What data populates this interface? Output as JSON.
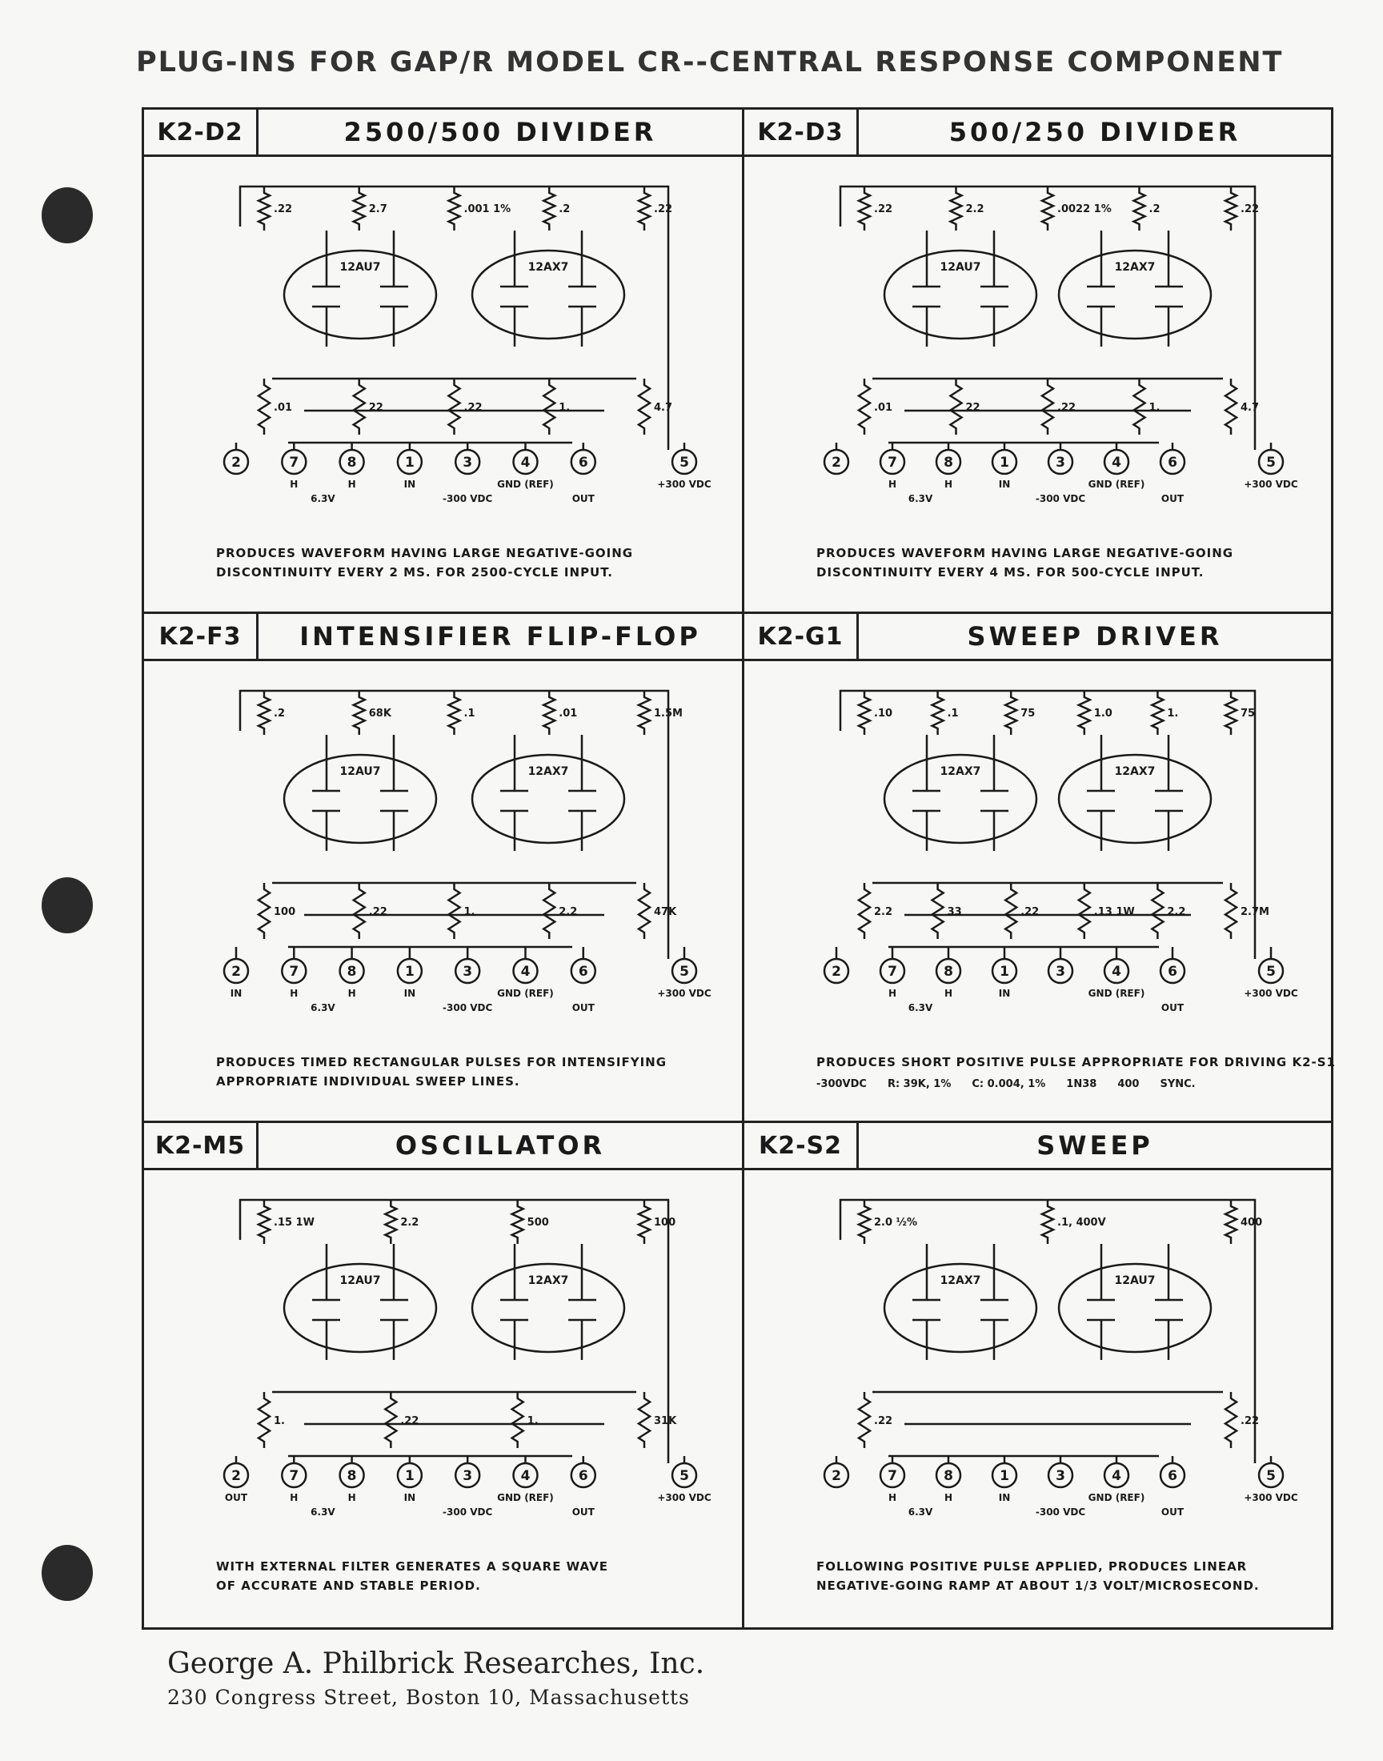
{
  "title": "PLUG-INS FOR GAP/R MODEL CR--CENTRAL RESPONSE COMPONENT",
  "panels": [
    {
      "code": "K2-D2",
      "title": "2500/500 DIVIDER",
      "tubes": [
        "12AU7",
        "12AX7"
      ],
      "components": [
        ".22",
        "2.7",
        ".001 1%",
        ".2",
        ".22",
        ".01",
        "22",
        ".22",
        "1.",
        "4.7"
      ],
      "pins": [
        {
          "num": "2",
          "label": ""
        },
        {
          "num": "7",
          "label": "H"
        },
        {
          "num": "8",
          "label": "H"
        },
        {
          "num": "1",
          "label": "IN"
        },
        {
          "num": "3",
          "label": "-300 VDC"
        },
        {
          "num": "4",
          "label": "GND (REF)"
        },
        {
          "num": "6",
          "label": "OUT"
        },
        {
          "num": "5",
          "label": "+300 VDC"
        }
      ],
      "heater": "6.3V",
      "notes": [],
      "caption": [
        "PRODUCES WAVEFORM HAVING LARGE NEGATIVE-GOING",
        "DISCONTINUITY EVERY 2 MS. FOR 2500-CYCLE INPUT."
      ]
    },
    {
      "code": "K2-D3",
      "title": "500/250 DIVIDER",
      "tubes": [
        "12AU7",
        "12AX7"
      ],
      "components": [
        ".22",
        "2.2",
        ".0022 1%",
        ".2",
        ".22",
        ".01",
        "22",
        ".22",
        "1.",
        "4.7"
      ],
      "pins": [
        {
          "num": "2",
          "label": ""
        },
        {
          "num": "7",
          "label": "H"
        },
        {
          "num": "8",
          "label": "H"
        },
        {
          "num": "1",
          "label": "IN"
        },
        {
          "num": "3",
          "label": "-300 VDC"
        },
        {
          "num": "4",
          "label": "GND (REF)"
        },
        {
          "num": "6",
          "label": "OUT"
        },
        {
          "num": "5",
          "label": "+300 VDC"
        }
      ],
      "heater": "6.3V",
      "notes": [],
      "caption": [
        "PRODUCES WAVEFORM HAVING LARGE NEGATIVE-GOING",
        "DISCONTINUITY EVERY 4 MS. FOR 500-CYCLE INPUT."
      ]
    },
    {
      "code": "K2-F3",
      "title": "INTENSIFIER FLIP-FLOP",
      "tubes": [
        "12AU7",
        "12AX7"
      ],
      "components": [
        ".2",
        "68K",
        ".1",
        ".01",
        "1.5M",
        "100",
        ".22",
        "1.",
        "2.2",
        "47K"
      ],
      "pins": [
        {
          "num": "2",
          "label": "IN"
        },
        {
          "num": "7",
          "label": "H"
        },
        {
          "num": "8",
          "label": "H"
        },
        {
          "num": "1",
          "label": "IN"
        },
        {
          "num": "3",
          "label": "-300 VDC"
        },
        {
          "num": "4",
          "label": "GND (REF)"
        },
        {
          "num": "6",
          "label": "OUT"
        },
        {
          "num": "5",
          "label": "+300 VDC"
        }
      ],
      "heater": "6.3V",
      "notes": [],
      "caption": [
        "PRODUCES TIMED RECTANGULAR PULSES FOR INTENSIFYING",
        "APPROPRIATE INDIVIDUAL SWEEP LINES."
      ]
    },
    {
      "code": "K2-G1",
      "title": "SWEEP DRIVER",
      "tubes": [
        "12AX7",
        "12AX7"
      ],
      "components": [
        ".10",
        ".1",
        "75",
        "1.0",
        "1.",
        "75",
        "2.2",
        "33",
        ".22",
        ".13 1W",
        "2.2",
        "2.7M"
      ],
      "pins": [
        {
          "num": "2",
          "label": ""
        },
        {
          "num": "7",
          "label": "H"
        },
        {
          "num": "8",
          "label": "H"
        },
        {
          "num": "1",
          "label": "IN"
        },
        {
          "num": "3",
          "label": ""
        },
        {
          "num": "4",
          "label": "GND (REF)"
        },
        {
          "num": "6",
          "label": "OUT"
        },
        {
          "num": "5",
          "label": "+300 VDC"
        }
      ],
      "heater": "6.3V",
      "notes": [
        "-300VDC",
        "R: 39K, 1%",
        "C: 0.004, 1%",
        "1N38",
        "400",
        "SYNC."
      ],
      "caption": [
        "PRODUCES SHORT POSITIVE PULSE APPROPRIATE FOR DRIVING K2-S1"
      ]
    },
    {
      "code": "K2-M5",
      "title": "OSCILLATOR",
      "tubes": [
        "12AU7",
        "12AX7"
      ],
      "components": [
        ".15 1W",
        "2.2",
        "500",
        "100",
        "1.",
        ".22",
        "1.",
        "31K"
      ],
      "pins": [
        {
          "num": "2",
          "label": "OUT"
        },
        {
          "num": "7",
          "label": "H"
        },
        {
          "num": "8",
          "label": "H"
        },
        {
          "num": "1",
          "label": "IN"
        },
        {
          "num": "3",
          "label": "-300 VDC"
        },
        {
          "num": "4",
          "label": "GND (REF)"
        },
        {
          "num": "6",
          "label": "OUT"
        },
        {
          "num": "5",
          "label": "+300 VDC"
        }
      ],
      "heater": "6.3V",
      "notes": [],
      "caption": [
        "WITH EXTERNAL FILTER GENERATES A SQUARE WAVE",
        "OF ACCURATE AND STABLE PERIOD."
      ]
    },
    {
      "code": "K2-S2",
      "title": "SWEEP",
      "tubes": [
        "12AX7",
        "12AU7"
      ],
      "components": [
        "2.0 ½%",
        ".1, 400V",
        "400",
        ".22",
        ".22"
      ],
      "pins": [
        {
          "num": "2",
          "label": ""
        },
        {
          "num": "7",
          "label": "H"
        },
        {
          "num": "8",
          "label": "H"
        },
        {
          "num": "1",
          "label": "IN"
        },
        {
          "num": "3",
          "label": "-300 VDC"
        },
        {
          "num": "4",
          "label": "GND (REF)"
        },
        {
          "num": "6",
          "label": "OUT"
        },
        {
          "num": "5",
          "label": "+300 VDC"
        }
      ],
      "heater": "6.3V",
      "notes": [],
      "caption": [
        "FOLLOWING POSITIVE PULSE APPLIED, PRODUCES LINEAR",
        "NEGATIVE-GOING RAMP AT ABOUT 1/3 VOLT/MICROSECOND."
      ]
    }
  ],
  "footer": {
    "company": "George A. Philbrick Researches, Inc.",
    "address": "230 Congress Street, Boston 10, Massachusetts"
  }
}
